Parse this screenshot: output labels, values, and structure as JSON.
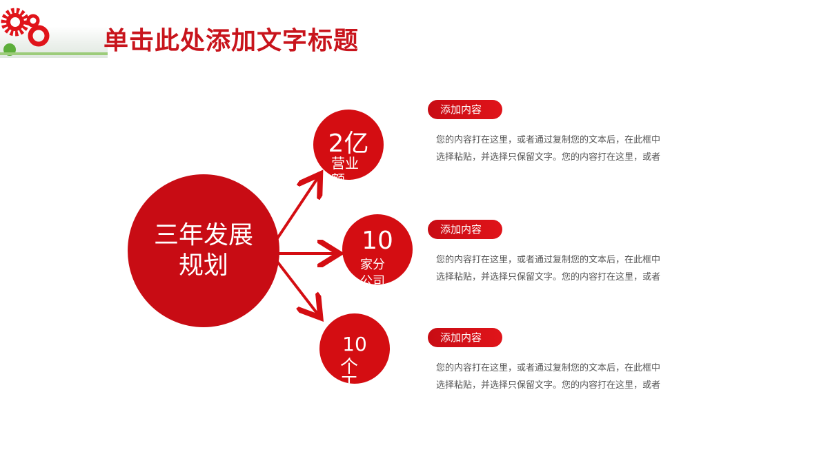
{
  "title": "单击此处添加文字标题",
  "center": {
    "line1": "三年发展",
    "line2": "规划"
  },
  "circles": [
    {
      "value": "2亿",
      "label": "营业额"
    },
    {
      "value": "10",
      "label": "家分公司"
    },
    {
      "value": "10",
      "label": "个工厂"
    }
  ],
  "items": [
    {
      "tag": "添加内容",
      "line1": "您的内容打在这里，或者通过复制您的文本后，在此框中",
      "line2": "选择粘贴，并选择只保留文字。您的内容打在这里，或者"
    },
    {
      "tag": "添加内容",
      "line1": "您的内容打在这里，或者通过复制您的文本后，在此框中",
      "line2": "选择粘贴，并选择只保留文字。您的内容打在这里，或者"
    },
    {
      "tag": "添加内容",
      "line1": "您的内容打在这里，或者通过复制您的文本后，在此框中",
      "line2": "选择粘贴，并选择只保留文字。您的内容打在这里，或者"
    }
  ],
  "colors": {
    "accent": "#c80c14"
  }
}
